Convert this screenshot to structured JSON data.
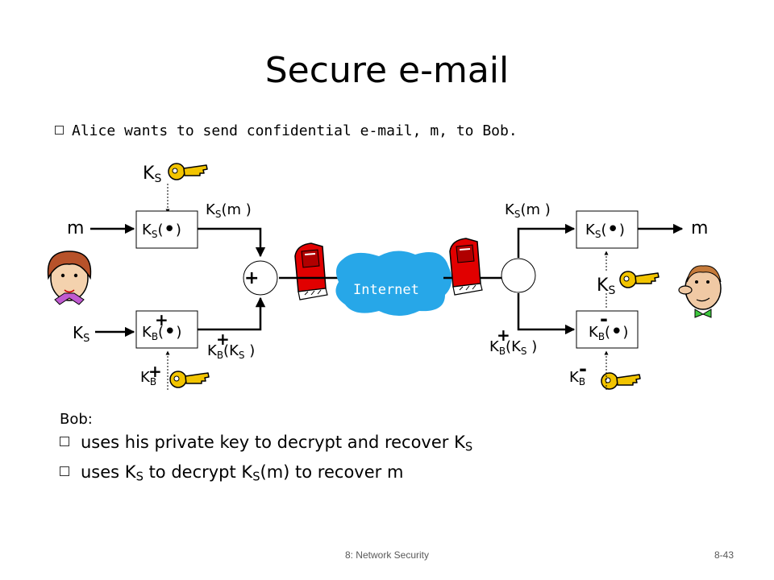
{
  "title": "Secure e-mail",
  "intro_bullet": "Alice wants to send confidential e-mail, m, to Bob.",
  "diagram": {
    "message": "m",
    "key_symbol": "K",
    "key_sub_s": "S",
    "key_sub_b": "B",
    "plus": "+",
    "minus": "-",
    "open_paren": "(",
    "close_paren": ")",
    "bullet_dot": "•",
    "enc_m_text": "(m )",
    "enc_k_open": "(K",
    "enc_k_close": " )",
    "combine_symbol": "+",
    "internet_label": "Internet"
  },
  "bob": {
    "heading": "Bob:",
    "item1_text": "uses his private key to decrypt and recover K",
    "item1_sub": "S",
    "item2_p1": "uses K",
    "item2_s1": "S",
    "item2_p2": " to decrypt K",
    "item2_s2": "S",
    "item2_p3": "(m) to recover m"
  },
  "footer": {
    "course": "8: Network Security",
    "page": "8-43"
  },
  "colors": {
    "key": "#f2c400",
    "cloud": "#27a7e8",
    "mailbox": "#e10000"
  }
}
